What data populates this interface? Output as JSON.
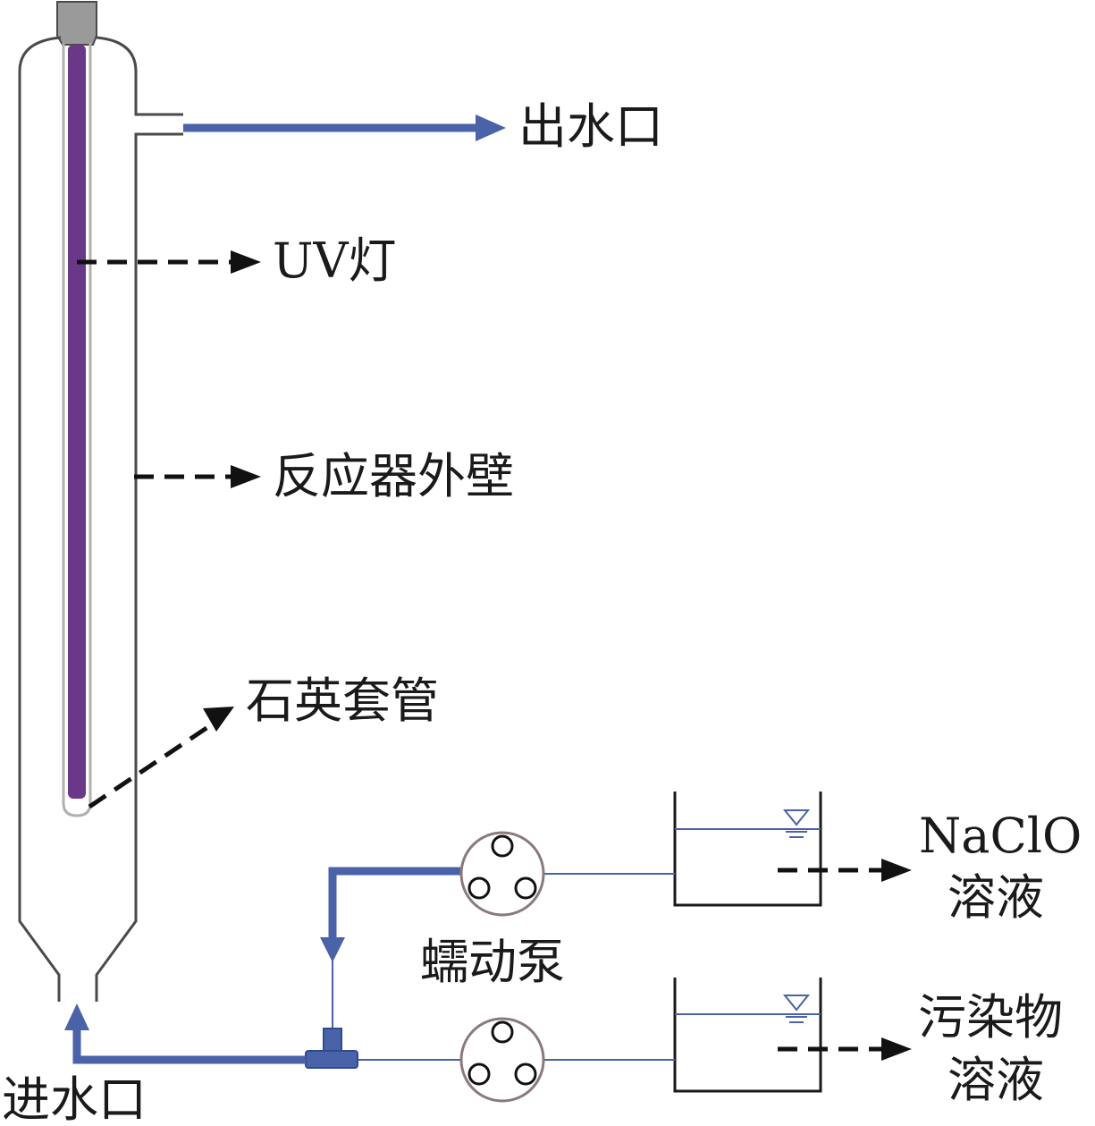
{
  "labels": {
    "outlet": "出水口",
    "uv_lamp": "UV灯",
    "reactor_wall": "反应器外壁",
    "quartz_sleeve": "石英套管",
    "naclo_line1": "NaClO",
    "naclo_line2": "溶液",
    "pump": "蠕动泵",
    "pollutant_line1": "污染物",
    "pollutant_line2": "溶液",
    "inlet": "进水口"
  },
  "colors": {
    "flow": "#4a62a8",
    "lamp": "#6a3888",
    "outline": "#4a4a4a",
    "cap": "#9a9a9a",
    "dashed_arrow": "#111111"
  }
}
